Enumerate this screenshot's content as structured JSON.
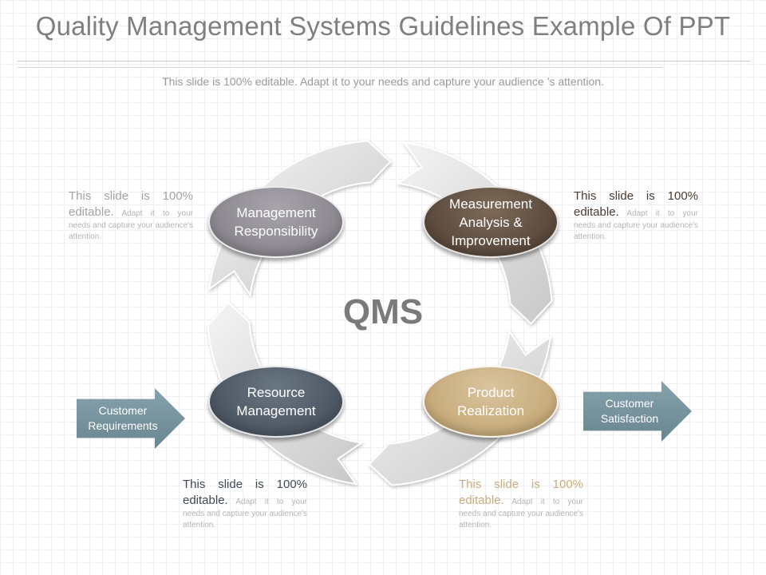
{
  "header": {
    "title": "Quality Management Systems Guidelines Example Of PPT",
    "subtitle": "This slide is 100% editable. Adapt it to your needs and capture your  audience ’s attention."
  },
  "diagram": {
    "center_label": "QMS",
    "nodes": {
      "management": "Management Responsibility",
      "measurement": "Measurement Analysis & Improvement",
      "resource": "Resource Management",
      "product": "Product Realization"
    },
    "input_arrow": "Customer Requirements",
    "output_arrow": "Customer Satisfaction"
  },
  "notes": {
    "top_left": {
      "lead": "This slide is 100% editable.",
      "body": "Adapt it to your needs and capture your audience's attention."
    },
    "top_right": {
      "lead": "This slide is 100% editable.",
      "body": "Adapt it to your needs and capture your audience's attention."
    },
    "bottom_left": {
      "lead": "This slide is 100% editable.",
      "body": "Adapt it to your needs and capture your audience's attention."
    },
    "bottom_right": {
      "lead": "This slide is 100% editable.",
      "body": "Adapt it to your needs and capture your audience's attention."
    }
  },
  "colors": {
    "management": "#8f8c94",
    "measurement": "#5f4f42",
    "resource": "#525c69",
    "product": "#c9af7f",
    "arrows": "#7593a0",
    "ring": "#d6d6d6"
  }
}
